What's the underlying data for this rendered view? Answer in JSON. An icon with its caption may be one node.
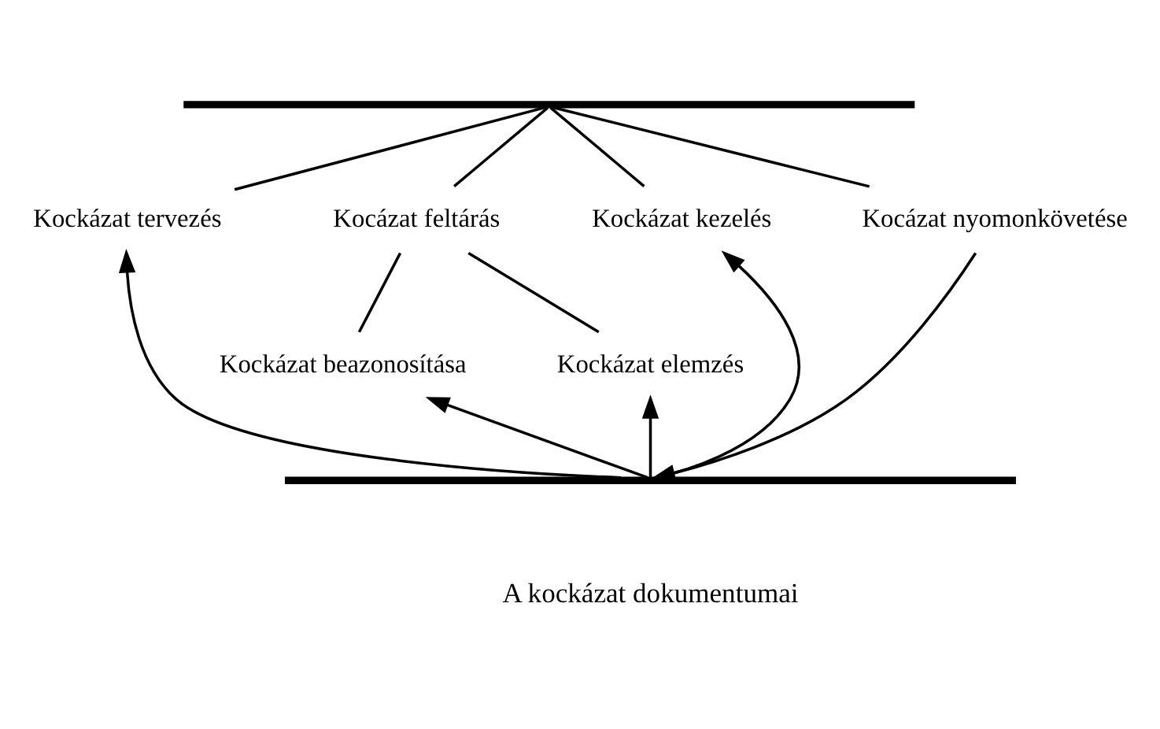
{
  "diagram": {
    "nodes": [
      {
        "text": [],
        "shape": "bar"
      },
      {
        "text": [
          "Kockázat tervezés"
        ]
      },
      {
        "text": [
          "Kocázat feltárás"
        ]
      },
      {
        "text": [
          "Kockázat kezelés"
        ]
      },
      {
        "text": [
          "Kocázat nyomonkövetése"
        ]
      },
      {
        "text": [
          "Kockázat beazonosítása"
        ]
      },
      {
        "text": [
          "Kockázat elemzés"
        ]
      },
      {
        "text": [],
        "shape": "bar"
      }
    ],
    "edges": [
      {
        "from": 0,
        "to": 1,
        "arrow": "none"
      },
      {
        "from": 0,
        "to": 2,
        "arrow": "none"
      },
      {
        "from": 0,
        "to": 3,
        "arrow": "none"
      },
      {
        "from": 0,
        "to": 4,
        "arrow": "none"
      },
      {
        "from": 2,
        "to": 5,
        "arrow": "none"
      },
      {
        "from": 2,
        "to": 6,
        "arrow": "none"
      },
      {
        "from": 7,
        "to": 1,
        "arrow": "to"
      },
      {
        "from": 7,
        "to": 5,
        "arrow": "to"
      },
      {
        "from": 7,
        "to": 6,
        "arrow": "to"
      },
      {
        "from": 7,
        "to": 3,
        "arrow": "to"
      },
      {
        "from": 4,
        "to": 7,
        "arrow": "to"
      }
    ],
    "labels": [
      "A kockázat dokumentumai"
    ]
  }
}
